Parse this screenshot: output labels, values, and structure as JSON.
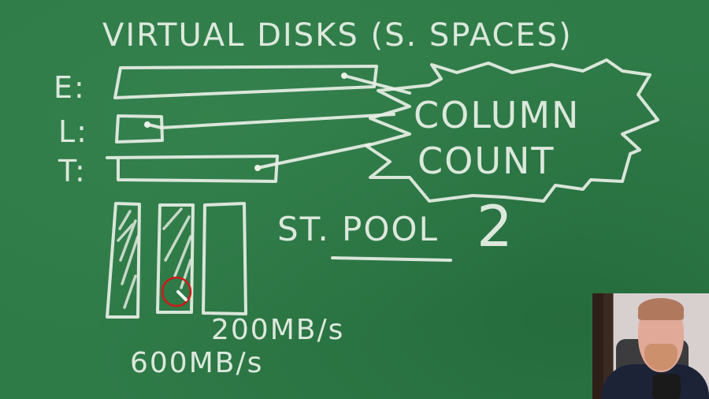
{
  "board": {
    "title": "VIRTUAL DISKS (S. SPACES)",
    "virtual_disks": [
      {
        "label": "E:"
      },
      {
        "label": "L:"
      },
      {
        "label": "T:"
      }
    ],
    "callout": {
      "line1": "COLUMN",
      "line2": "COUNT"
    },
    "pool": {
      "label": "ST. POOL",
      "number": "2"
    },
    "disk_speed": "200MB/s",
    "total_speed": "600MB/s",
    "chalk_color": "#e8efe6",
    "board_color": "#2f7b48",
    "cursor_color": "#d01818"
  },
  "webcam": {
    "description": "presenter webcam overlay"
  }
}
